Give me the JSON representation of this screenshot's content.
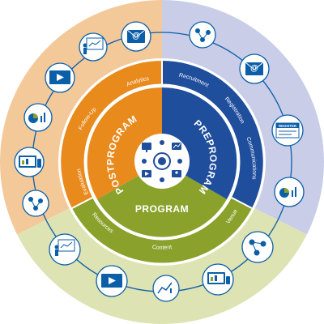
{
  "phases": {
    "preprogram": "PREPROGRAM",
    "postprogram": "POSTPROGRAM",
    "program": "PROGRAM"
  },
  "steps": {
    "recruitment": "Recruitment",
    "registration": "Registration",
    "communications": "Communications",
    "venue": "Venue",
    "content": "Content",
    "resources": "Resources",
    "evaluation": "Evaluation",
    "follow_up": "Follow-Up",
    "analytics": "Analytics"
  },
  "icons": {
    "register_badge": "REGISTER",
    "email_symbol": "@"
  },
  "colors": {
    "preprogram": "#1f4e9c",
    "postprogram": "#e98a1d",
    "program": "#8aa22b",
    "bg_orange": "#f3c99a",
    "bg_blue": "#c9cde8",
    "bg_green": "#dde3b2",
    "ring_blue": "#0b5fa8"
  }
}
